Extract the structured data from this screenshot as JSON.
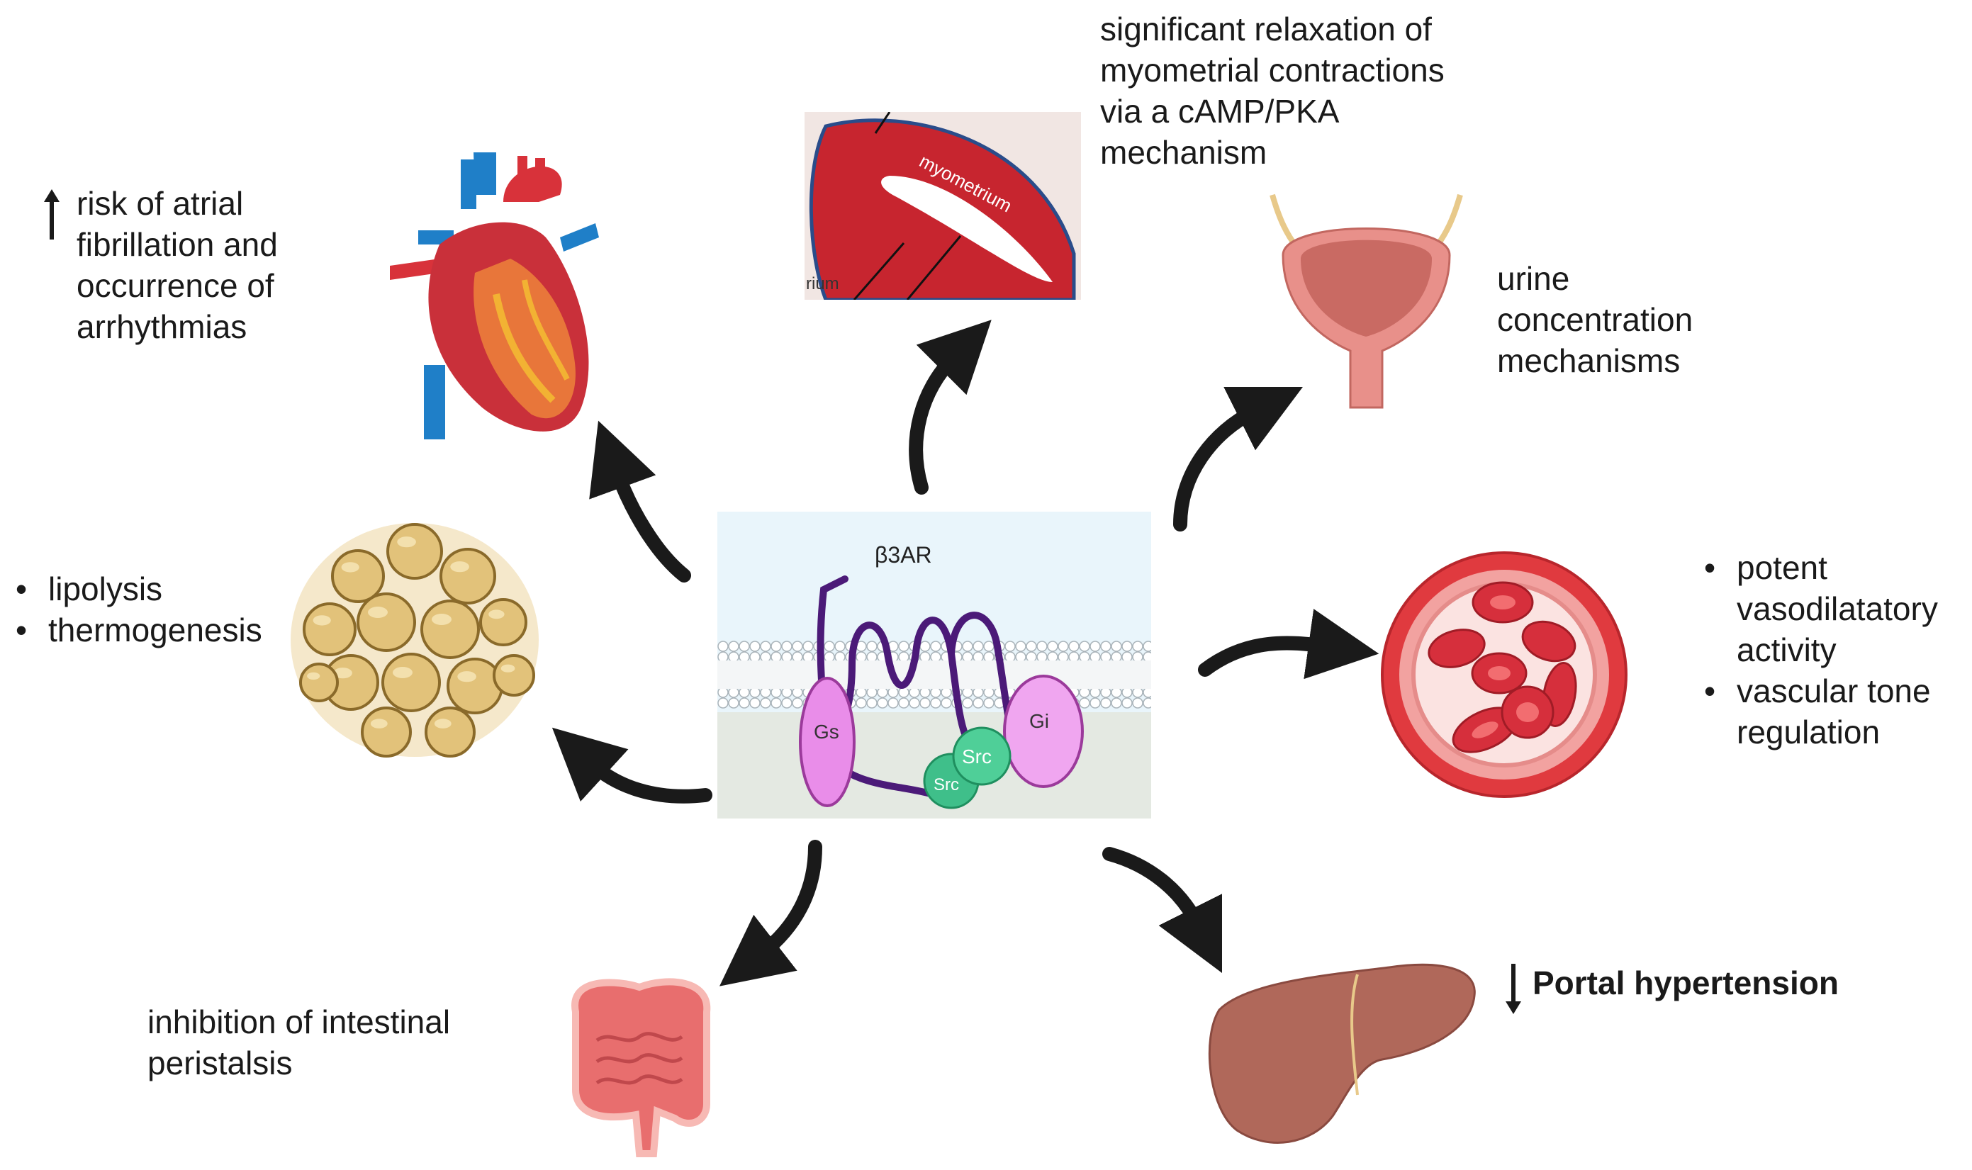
{
  "receptor": {
    "name": "β3AR",
    "gs_label": "Gs",
    "gi_label": "Gi",
    "src_label": "Src",
    "src2_label": "Src"
  },
  "heart": {
    "indicator": "up-arrow",
    "lines": [
      "risk of atrial",
      "fibrillation and",
      "occurrence of",
      "arrhythmias"
    ]
  },
  "uterus": {
    "lines": [
      "significant relaxation of",
      "myometrial contractions",
      "via a cAMP/PKA",
      "mechanism"
    ],
    "image_label": "myometrium",
    "image_label_left": "rium"
  },
  "bladder": {
    "lines": [
      "urine",
      "concentration",
      "mechanisms"
    ]
  },
  "adipose": {
    "bullets": [
      "lipolysis",
      "thermogenesis"
    ]
  },
  "vessel": {
    "bullets": [
      [
        "potent",
        "vasodilatatory",
        "activity"
      ],
      [
        "vascular tone",
        "regulation"
      ]
    ]
  },
  "intestine": {
    "lines": [
      "inhibition of intestinal",
      "peristalsis"
    ]
  },
  "liver": {
    "indicator": "down-arrow",
    "text": "Portal hypertension"
  },
  "colors": {
    "arrow": "#1a1a1a",
    "membrane_head": "#dfe3e6",
    "receptor": "#4b1a78",
    "g_protein": "#e98de9",
    "src": "#3fbf8a",
    "heart_red": "#d8323a",
    "vessel_blue": "#1f7fc8",
    "fat": "#e2c27a",
    "blood_red": "#d62f3c",
    "liver": "#b0685a"
  }
}
